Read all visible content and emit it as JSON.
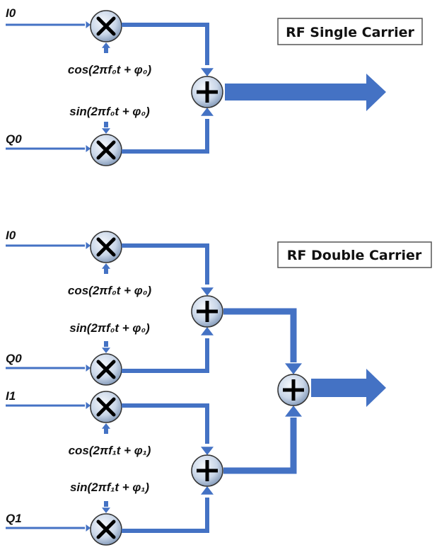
{
  "colors": {
    "line": "#4472C4",
    "node_fill_light": "#e8eef7",
    "node_fill_dark": "#8fa6c4",
    "symbol": "#000000"
  },
  "single": {
    "title": "RF Single Carrier",
    "inputs": [
      "I0",
      "Q0"
    ],
    "carriers": [
      "cos(2πf₀t + φ₀)",
      "sin(2πf₀t + φ₀)"
    ]
  },
  "double": {
    "title": "RF Double Carrier",
    "inputs": [
      "I0",
      "Q0",
      "I1",
      "Q1"
    ],
    "carriers": [
      "cos(2πf₀t + φ₀)",
      "sin(2πf₀t + φ₀)",
      "cos(2πf₁t + φ₁)",
      "sin(2πf₁t + φ₁)"
    ]
  },
  "icons": {
    "multiplier": "times-circle-icon",
    "adder": "plus-circle-icon"
  }
}
